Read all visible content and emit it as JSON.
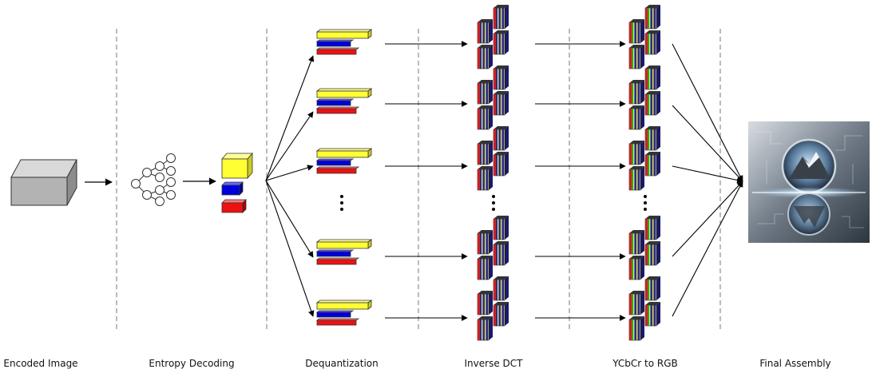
{
  "stages": [
    {
      "label": "Encoded Image"
    },
    {
      "label": "Entropy Decoding"
    },
    {
      "label": "Dequantization"
    },
    {
      "label": "Inverse DCT"
    },
    {
      "label": "YCbCr to RGB"
    },
    {
      "label": "Final Assembly"
    }
  ],
  "colors": {
    "y_channel": "#ffff33",
    "cb_channel": "#0000dd",
    "cr_channel": "#ee1111",
    "encoded_block": "#b3b3b3",
    "divider": "#777777",
    "arrow": "#000000"
  },
  "icons": {
    "encoded_image": "gray-3d-box-icon",
    "entropy_decoding": "huffman-tree-icon",
    "final_assembly": "reconstructed-image-thumbnail"
  }
}
